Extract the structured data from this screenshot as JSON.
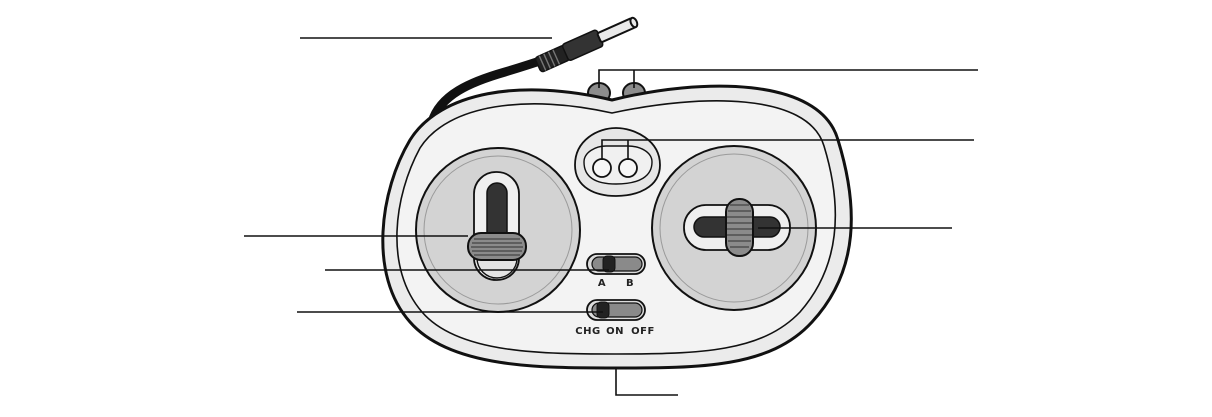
{
  "diagram": {
    "switch_ab": {
      "labels": [
        "A",
        "B"
      ]
    },
    "power_switch": {
      "labels": [
        "CHG",
        "ON",
        "OFF"
      ]
    }
  },
  "colors": {
    "outline": "#111111",
    "body_fill": "#ebebeb",
    "inner_fill": "#f4f4f4",
    "pad_fill": "#d2d2d2",
    "stick_fill": "#333333",
    "knob_fill": "#8a8a8a",
    "slot_fill": "#efefef"
  },
  "icons": [
    "charging-plug-icon",
    "left-joystick-icon",
    "right-joystick-icon",
    "lamp-icon"
  ]
}
